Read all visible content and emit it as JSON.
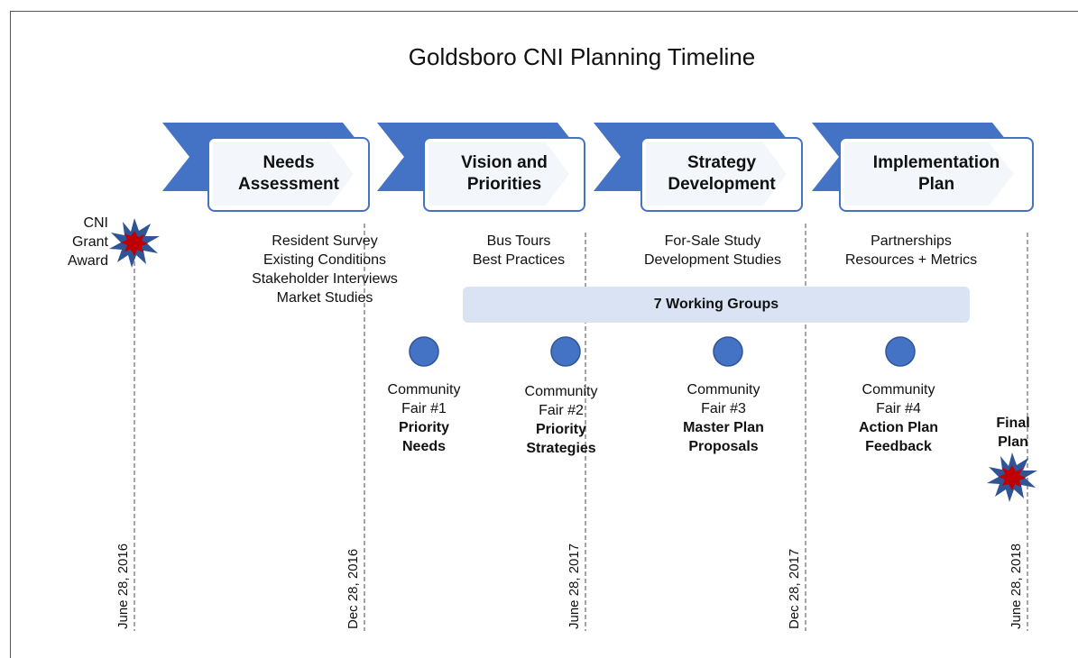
{
  "title": "Goldsboro CNI Planning Timeline",
  "phases": [
    {
      "line1": "Needs",
      "line2": "Assessment",
      "tasks": [
        "Resident Survey",
        "Existing Conditions",
        "Stakeholder Interviews",
        "Market Studies"
      ]
    },
    {
      "line1": "Vision and",
      "line2": "Priorities",
      "tasks": [
        "Bus Tours",
        "Best Practices"
      ]
    },
    {
      "line1": "Strategy",
      "line2": "Development",
      "tasks": [
        "For-Sale Study",
        "Development Studies"
      ]
    },
    {
      "line1": "Implementation",
      "line2": "Plan",
      "tasks": [
        "Partnerships",
        "Resources + Metrics"
      ]
    }
  ],
  "working_groups": "7 Working Groups",
  "fairs": [
    {
      "line1": "Community",
      "line2": "Fair #1",
      "topic1": "Priority",
      "topic2": "Needs"
    },
    {
      "line1": "Community",
      "line2": "Fair #2",
      "topic1": "Priority",
      "topic2": "Strategies"
    },
    {
      "line1": "Community",
      "line2": "Fair #3",
      "topic1": "Master Plan",
      "topic2": "Proposals"
    },
    {
      "line1": "Community",
      "line2": "Fair #4",
      "topic1": "Action Plan",
      "topic2": "Feedback"
    }
  ],
  "milestones": {
    "start": [
      "CNI",
      "Grant",
      "Award"
    ],
    "end": [
      "Final",
      "Plan"
    ]
  },
  "dates": [
    "June 28, 2016",
    "Dec 28, 2016",
    "June 28, 2017",
    "Dec 28, 2017",
    "June 28, 2018"
  ],
  "colors": {
    "chevron": "#4472c4",
    "box_border": "#4472c4",
    "working_group_band": "#dae3f3",
    "fair_dot": "#4472c4",
    "star_outer": "#2f5597",
    "star_inner": "#c00000",
    "date_line": "#a6a6a6"
  }
}
